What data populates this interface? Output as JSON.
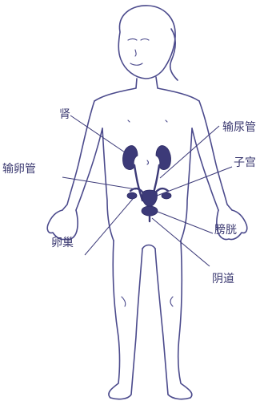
{
  "labels": {
    "kidney": "肾",
    "ureter": "输尿管",
    "oviduct": "输卵管",
    "uterus": "子宫",
    "ovary": "卵巢",
    "bladder": "膀胱",
    "vagina": "阴道"
  },
  "colors": {
    "outline": "#4b4a8c",
    "organ": "#3c3a78",
    "text": "#3a3870",
    "background": "#ffffff"
  }
}
